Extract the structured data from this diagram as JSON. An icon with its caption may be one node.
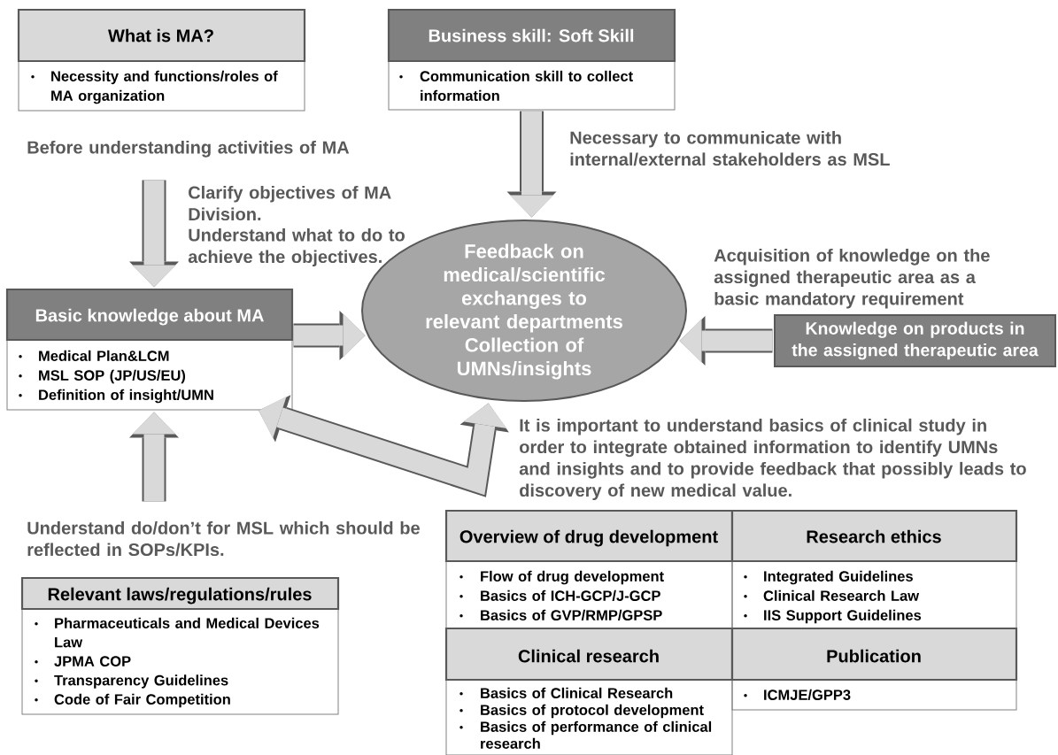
{
  "diagram": {
    "nodes": [
      {
        "text": [
          "What is MA?",
          "Necessity and functions/roles of MA organization"
        ]
      },
      {
        "text": [
          "Business skill: Soft Skill",
          "Communication skill to collect information"
        ]
      },
      {
        "text": [
          "Basic knowledge about MA",
          "Medical Plan&LCM",
          "MSL SOP (JP/US/EU)",
          "Definition of insight/UMN"
        ]
      },
      {
        "text": [
          "Feedback on medical/scientific exchanges to relevant departments",
          "Collection of UMNs/insights"
        ]
      },
      {
        "text": [
          "Knowledge on products in the assigned therapeutic area"
        ]
      },
      {
        "text": [
          "Relevant laws/regulations/rules",
          "Pharmaceuticals and Medical Devices Law",
          "JPMA COP",
          "Transparency Guidelines",
          "Code of Fair Competition"
        ]
      },
      {
        "text": [
          "Overview of drug development",
          "Flow of drug development",
          "Basics of ICH-GCP/J-GCP",
          "Basics of GVP/RMP/GPSP"
        ]
      },
      {
        "text": [
          "Research ethics",
          "Integrated Guidelines",
          "Clinical Research Law",
          "IIS Support Guidelines"
        ]
      },
      {
        "text": [
          "Clinical research",
          "Basics of Clinical Research",
          "Basics of protocol development",
          "Basics of performance of clinical research"
        ]
      },
      {
        "text": [
          "Publication",
          "ICMJE/GPP3"
        ]
      }
    ],
    "edges": [
      {
        "from": null,
        "to": 2,
        "arrow": "to"
      },
      {
        "from": 1,
        "to": 3,
        "arrow": "to"
      },
      {
        "from": 2,
        "to": 3,
        "arrow": "to"
      },
      {
        "from": 4,
        "to": 3,
        "arrow": "to"
      },
      {
        "from": null,
        "to": 2,
        "arrow": "to"
      },
      {
        "from": 2,
        "to": 3,
        "arrow": "both"
      }
    ],
    "labels": [
      "Before understanding activities of MA",
      "Necessary to communicate with internal/external stakeholders as MSL",
      "Clarify objectives of MA Division.",
      "Understand what to do to achieve the objectives.",
      "Acquisition of knowledge on the assigned therapeutic area as a basic mandatory requirement",
      "It is important to understand basics of clinical study in order to integrate obtained information to identify UMNs and insights and to provide feedback that possibly leads to discovery of new medical value.",
      "Understand do/don’t for MSL which should be reflected in SOPs/KPIs."
    ]
  }
}
